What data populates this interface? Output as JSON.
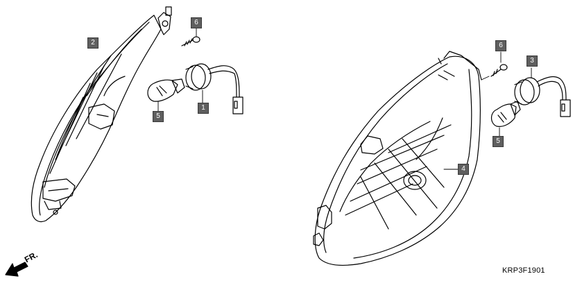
{
  "diagram": {
    "code": "KRP3F1901",
    "direction_label": "FR.",
    "callouts": [
      {
        "id": "c1",
        "label": "1"
      },
      {
        "id": "c2",
        "label": "2"
      },
      {
        "id": "c3",
        "label": "3"
      },
      {
        "id": "c4",
        "label": "4"
      },
      {
        "id": "c5a",
        "label": "5"
      },
      {
        "id": "c5b",
        "label": "5"
      },
      {
        "id": "c6a",
        "label": "6"
      },
      {
        "id": "c6b",
        "label": "6"
      }
    ]
  }
}
